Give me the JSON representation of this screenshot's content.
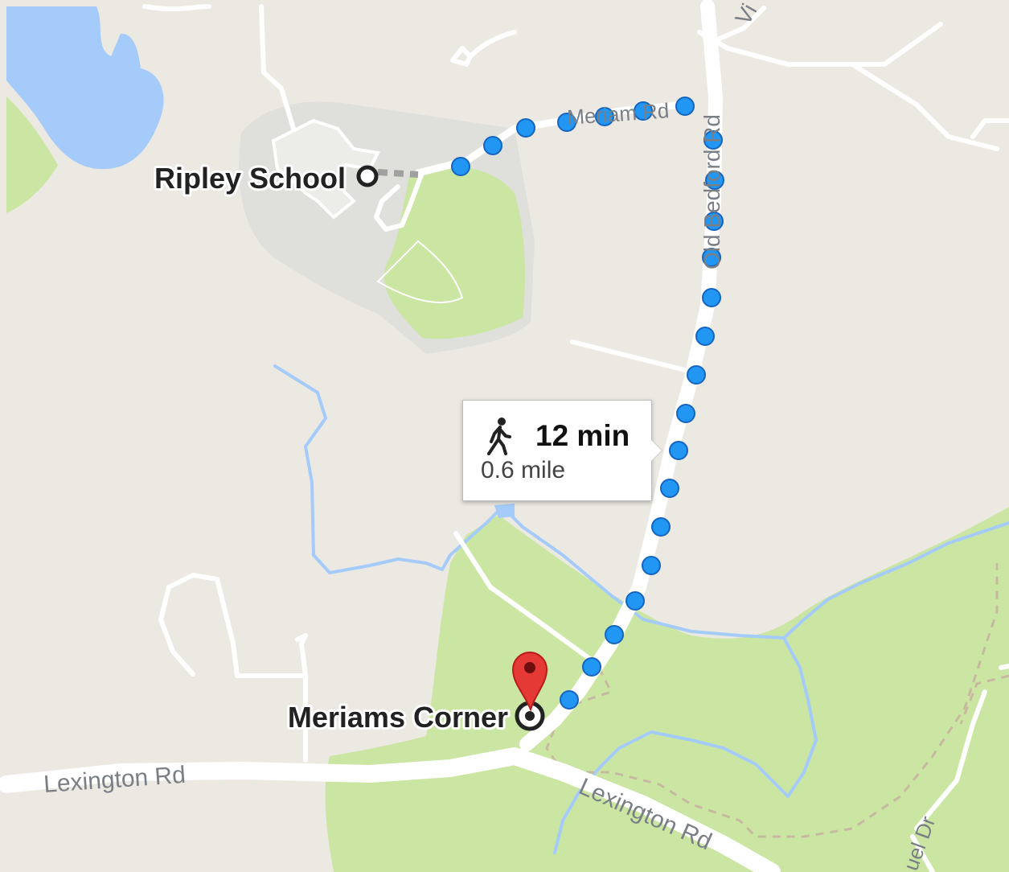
{
  "map": {
    "places": {
      "origin": "Ripley School",
      "destination": "Meriams Corner"
    },
    "roads": {
      "meriam": "Meriam Rd",
      "old_bedford": "Old Bedford Rd",
      "lexington_west": "Lexington Rd",
      "lexington_east": "Lexington Rd",
      "top_partial": "Vi",
      "bottom_partial": "uel Dr"
    },
    "route": {
      "mode_icon": "walking-person-icon",
      "duration": "12 min",
      "distance": "0.6 mile",
      "route_color": "#2196f3"
    },
    "colors": {
      "land": "#ece9e2",
      "park": "#cbe6a3",
      "water": "#a4cbfa",
      "road": "#ffffff",
      "campus": "#e0e0dc",
      "marker": "#e53935"
    }
  }
}
